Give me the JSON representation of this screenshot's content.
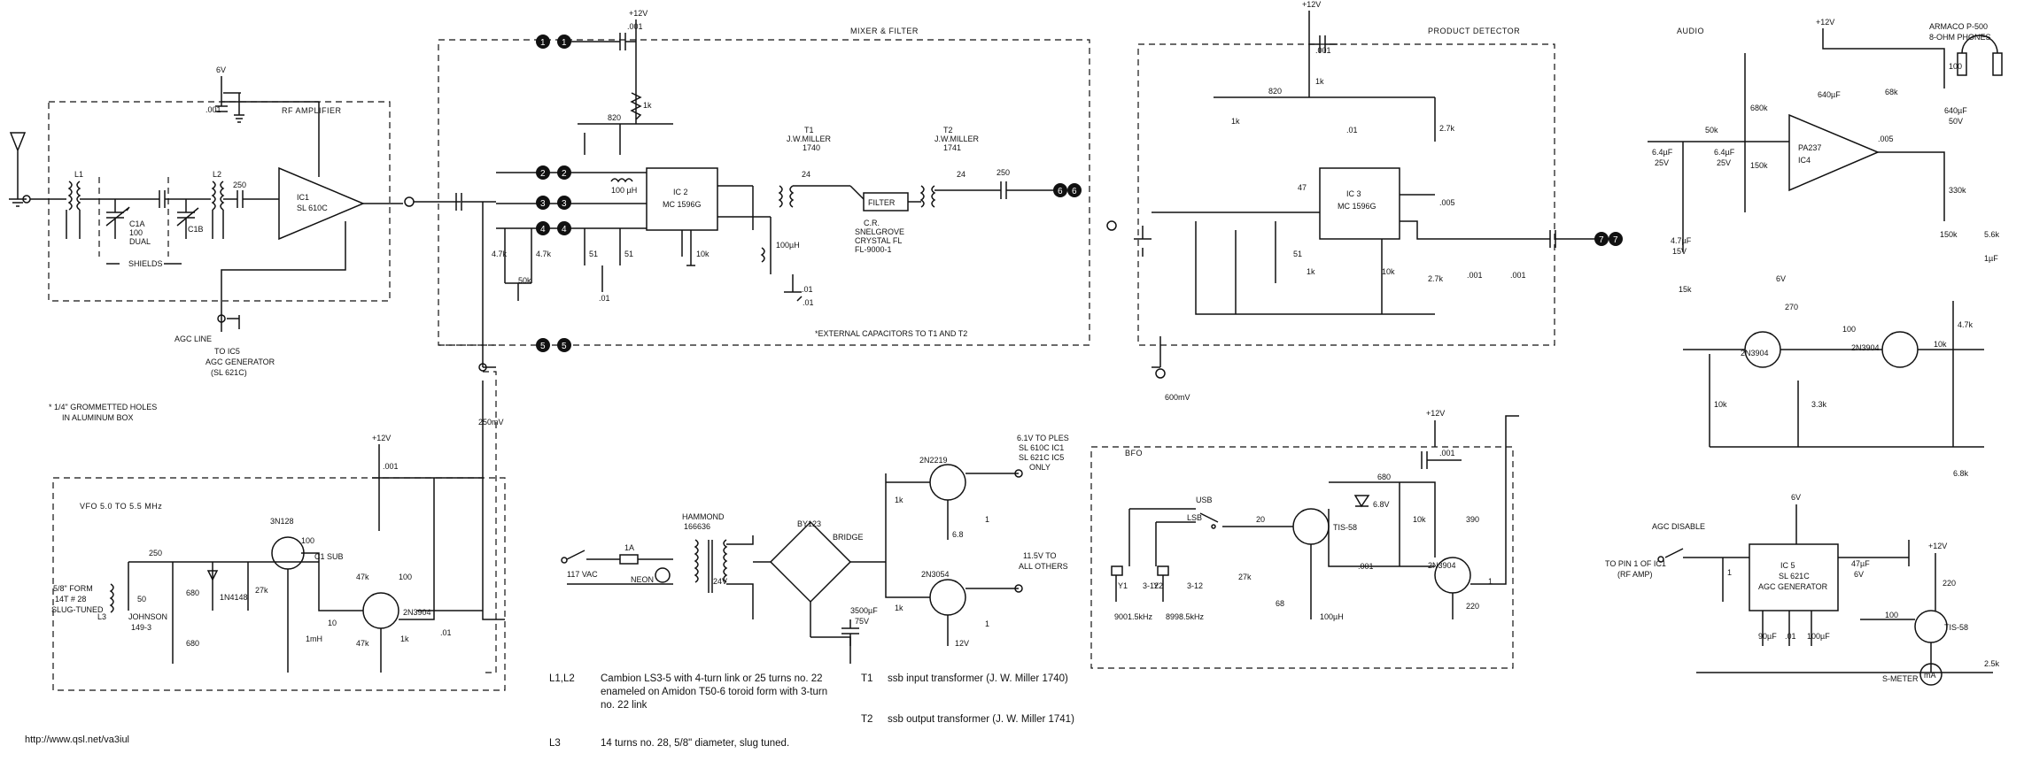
{
  "url": "http://www.qsl.net/va3iul",
  "titles": {
    "rf_amplifier": "RF AMPLIFIER",
    "mixer_filter": "MIXER & FILTER",
    "product_detector": "PRODUCT DETECTOR",
    "audio": "AUDIO",
    "vfo": "VFO  5.0 TO 5.5 MHz",
    "bfo": "BFO"
  },
  "rf_section": {
    "ic1_name": "IC1",
    "ic1_part": "SL 610C",
    "supply": "6V",
    "c_bypass": ".001",
    "c_out": "250",
    "l1": "L1",
    "l2": "L2",
    "c1a": "C1A",
    "c1a_val": "100",
    "c1a_note": "DUAL",
    "c1b": "C1B",
    "shields": "SHIELDS",
    "agc_line": "AGC LINE",
    "to_ic5_1": "TO IC5",
    "to_ic5_2": "AGC GENERATOR",
    "to_ic5_3": "(SL 621C)"
  },
  "mixer_section": {
    "supply": "+12V",
    "c_top": ".001",
    "r_820": "820",
    "r_1k": "1k",
    "choke": "100 µH",
    "ic2_name": "IC 2",
    "ic2_part": "MC 1596G",
    "r_47k": "4.7k",
    "r_47k_b": "4.7k",
    "pot_50k": "50k",
    "r_51a": "51",
    "r_51b": "51",
    "r_10k": "10k",
    "choke2": "100µH",
    "c_01a": ".01",
    "c_01b": ".01",
    "c_01c": ".01",
    "t1_1": "T1",
    "t1_2": "J.W.MILLER",
    "t1_3": "1740",
    "t2_1": "T2",
    "t2_2": "J.W.MILLER",
    "t2_3": "1741",
    "c24a": "24",
    "c24b": "24",
    "filter": "FILTER",
    "cr_1": "C.R.",
    "cr_2": "SNELGROVE",
    "cr_3": "CRYSTAL FL",
    "cr_4": "FL-9000-1",
    "c250": "250",
    "ext_note": "*EXTERNAL CAPACITORS TO T1 AND T2",
    "v250": "250mV"
  },
  "detector_section": {
    "supply": "+12V",
    "c_top": ".001",
    "r_820": "820",
    "r_1k": "1k",
    "r_1k_b": "1k",
    "r_27k": "2.7k",
    "r_27k_b": "2.7k",
    "c_005": ".005",
    "c_01": ".01",
    "c_001a": ".001",
    "c_001b": ".001",
    "ic3_name": "IC 3",
    "ic3_part": "MC 1596G",
    "r_47": "47",
    "r_51": "51",
    "r_10k": "10k",
    "r_1k_c": "1k",
    "v600": "600mV"
  },
  "audio_section": {
    "supply": "+12V",
    "phones_1": "ARMACO P-500",
    "phones_2": "8-OHM PHONES",
    "r_100": "100",
    "c_68k": "68k",
    "c_640a": "640µF",
    "c_640b": "640µF",
    "c_50v": "50V",
    "c_005": ".005",
    "r_680k": "680k",
    "r_150k": "150k",
    "c_64a": "6.4µF",
    "c_64a_v": "25V",
    "c_64b": "6.4µF",
    "c_64b_v": "25V",
    "pot_50k": "50k",
    "ic4_name": "PA237",
    "ic4_num": "IC4",
    "r_330k": "330k",
    "r_150k_b": "150k",
    "c_56k": "5.6k",
    "c_1uf": "1µF",
    "c_47uf": "4.7µF",
    "c_47uf_v": "15V",
    "r_15k": "15k",
    "r_6v": "6V",
    "r_270": "270",
    "r_100b": "100",
    "q_a": "2N3904",
    "q_b": "2N3904",
    "r_10k": "10k",
    "r_33k": "3.3k",
    "r_47k": "4.7k",
    "r_10k_b": "10k",
    "r_68k": "6.8k"
  },
  "agc_section": {
    "agc_disable": "AGC DISABLE",
    "to_pin_1": "TO PIN 1 OF IC1",
    "to_pin_2": "(RF AMP)",
    "ic5_name": "IC 5",
    "ic5_part": "SL 621C",
    "ic5_desc": "AGC GENERATOR",
    "supply": "6V",
    "c_47uf": "47µF",
    "c_6v": "6V",
    "c_1": "1",
    "c_90": "90µF",
    "c_01": ".01",
    "c_100": "100µF",
    "supply2": "+12V",
    "r_220": "220",
    "r_100": "100",
    "fet": "TIS-58",
    "smeter": "S-METER",
    "ma": "mA",
    "r_25k": "2.5k"
  },
  "vfo_section": {
    "supply": "+12V",
    "c_001": ".001",
    "c_250": "250",
    "form_1": "5/8\" FORM",
    "form_2": "14T # 28",
    "form_3": "SLUG-TUNED",
    "l3": "L3",
    "trim_50": "50",
    "johnson_1": "JOHNSON",
    "johnson_2": "149-3",
    "c_680a": "680",
    "c_680b": "680",
    "diode": "1N4148",
    "r_27k": "27k",
    "q1": "3N128",
    "r_100": "100",
    "c1_sub": "C1 SUB",
    "r_47k": "47k",
    "r_100b": "100",
    "q2": "2N3904",
    "c_10": "10",
    "r_47k_b": "47k",
    "r_1k": "1k",
    "choke": "1mH",
    "c_01": ".01"
  },
  "power_section": {
    "line": "117 VAC",
    "fuse": "1A",
    "neon": "NEON",
    "xfmr_1": "HAMMOND",
    "xfmr_2": "166636",
    "v24": "24V",
    "bridge_1": "BY123",
    "bridge_2": "BRIDGE",
    "cap_1": "3500µF",
    "cap_2": "75V",
    "q_top": "2N2219",
    "q_bot": "2N3054",
    "r_1k_a": "1k",
    "r_1k_b": "1k",
    "z_68": "6.8",
    "z_12": "12V",
    "out1_1": "6.1V TO PLES",
    "out1_2": "SL 610C IC1",
    "out1_3": "SL 621C IC5",
    "out1_4": "ONLY",
    "out2_1": "11.5V TO",
    "out2_2": "ALL OTHERS",
    "c_1a": "1",
    "c_1b": "1"
  },
  "bfo_section": {
    "supply": "+12V",
    "c_001": ".001",
    "usb": "USB",
    "lsb": "LSB",
    "c_20": "20",
    "fet": "TIS-58",
    "r_680": "680",
    "zener": "6.8V",
    "r_10k": "10k",
    "r_390": "390",
    "r_27k": "27k",
    "c_68": "68",
    "c_001b": ".001",
    "choke": "100µH",
    "q": "2N3904",
    "r_220": "220",
    "c_1": "1",
    "y1": "Y1",
    "y2": "Y2",
    "c_312a": "3-12",
    "c_312b": "3-12",
    "freq1": "9001.5kHz",
    "freq2": "8998.5kHz"
  },
  "notes": {
    "star_1": "* 1/4\" GROMMETTED HOLES",
    "star_2": "IN ALUMINUM BOX",
    "l1l2_key": "L1,L2",
    "l1l2_text": "Cambion LS3-5 with 4-turn link or 25 turns no. 22 enameled on Amidon T50-6 toroid form with 3-turn no. 22 link",
    "l3_key": "L3",
    "l3_text": "14 turns no. 28, 5/8\" diameter, slug tuned.",
    "t1_key": "T1",
    "t1_text": "ssb input transformer (J. W. Miller 1740)",
    "t2_key": "T2",
    "t2_text": "ssb output transformer (J. W. Miller 1741)"
  },
  "terminals": [
    "1",
    "1",
    "2",
    "2",
    "3",
    "3",
    "4",
    "4",
    "5",
    "5",
    "6",
    "6",
    "7",
    "7"
  ]
}
